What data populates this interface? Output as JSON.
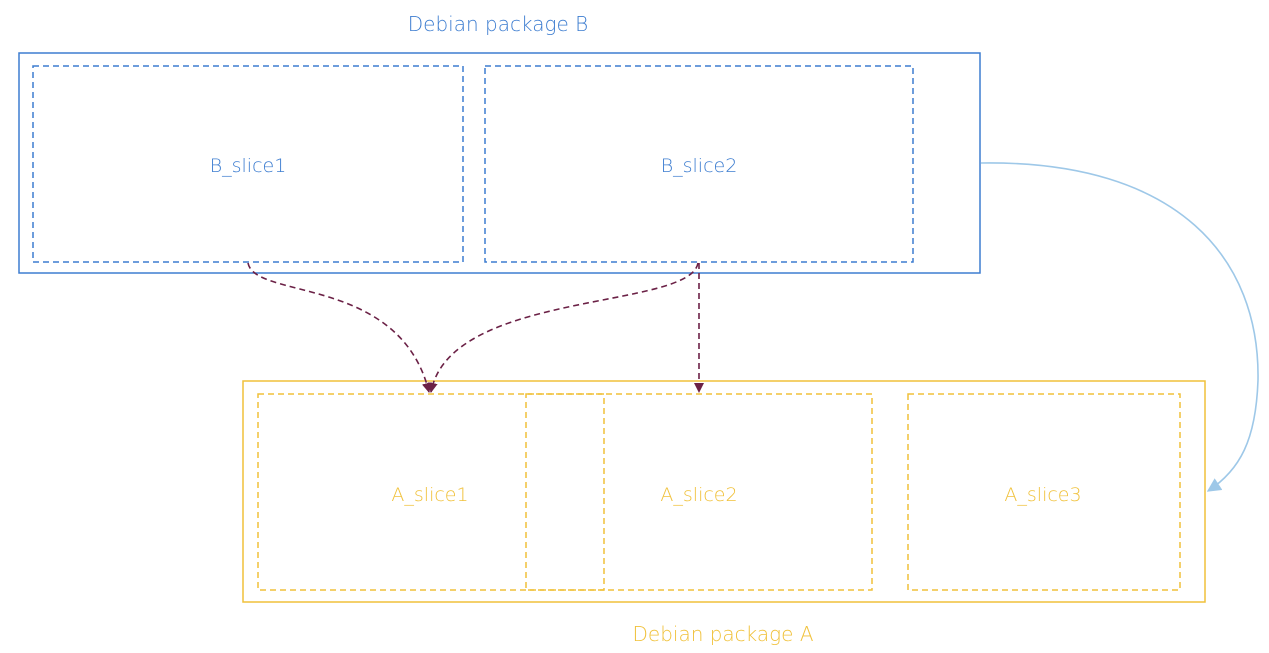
{
  "colors": {
    "package_b": "#3d7dd0",
    "package_a": "#f0c13a",
    "dependency_arrow": "#6b2146",
    "package_arrow": "#9ec8e8",
    "background": "#ffffff"
  },
  "package_b": {
    "title": "Debian package B",
    "slices": [
      {
        "label": "B_slice1"
      },
      {
        "label": "B_slice2"
      }
    ]
  },
  "package_a": {
    "title": "Debian package A",
    "slices": [
      {
        "label": "A_slice1"
      },
      {
        "label": "A_slice2"
      },
      {
        "label": "A_slice3"
      }
    ]
  },
  "edges": [
    {
      "from": "B_slice1",
      "to": "A_slice1",
      "style": "dashed"
    },
    {
      "from": "B_slice2",
      "to": "A_slice1",
      "style": "dashed"
    },
    {
      "from": "B_slice2",
      "to": "A_slice2",
      "style": "dashed"
    },
    {
      "from": "Debian package B",
      "to": "Debian package A",
      "style": "solid"
    }
  ]
}
